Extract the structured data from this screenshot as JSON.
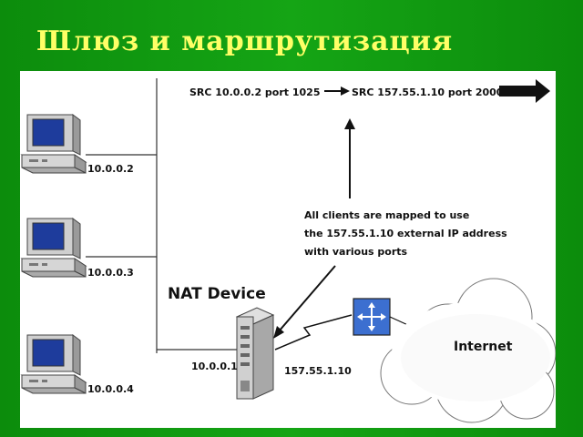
{
  "slide": {
    "title": "Шлюз и маршрутизация"
  },
  "diagram": {
    "clients": [
      {
        "ip": "10.0.0.2"
      },
      {
        "ip": "10.0.0.3"
      },
      {
        "ip": "10.0.0.4"
      }
    ],
    "nat_label": "NAT Device",
    "nat_inner_ip": "10.0.0.1",
    "nat_outer_ip": "157.55.1.10",
    "src_before": "SRC 10.0.0.2 port 1025",
    "src_after": "SRC 157.55.1.10 port 2000",
    "note_lines": [
      "All clients are mapped to use",
      "the 157.55.1.10 external IP address",
      "with various ports"
    ],
    "internet_label": "Internet",
    "colors": {
      "background_green": "#119b11",
      "title_yellow": "#ffff66",
      "monitor_screen": "#1e3c9c",
      "router_blue": "#3c6fd0"
    }
  }
}
